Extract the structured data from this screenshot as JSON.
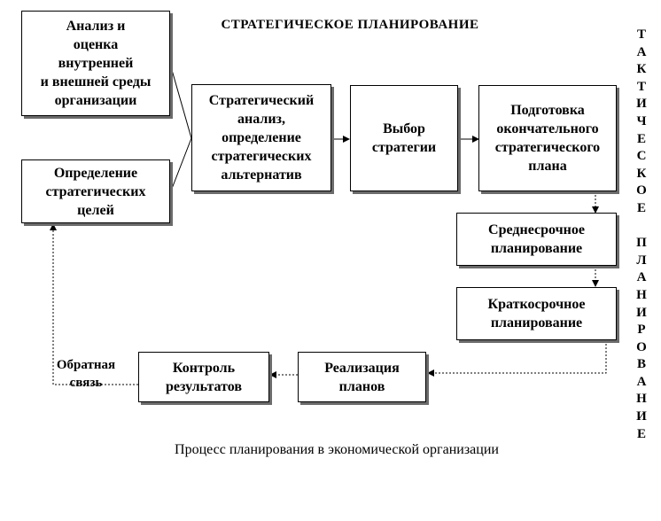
{
  "title": "СТРАТЕГИЧЕСКОЕ  ПЛАНИРОВАНИЕ",
  "side_title": "ТАКТИЧЕСКОЕ ПЛАНИРОВАНИЕ",
  "caption": "Процесс планирования в экономической организации",
  "feedback_label": "Обратная\nсвязь",
  "boxes": {
    "analysis_env": "Анализ и\nоценка\nвнутренней\nи внешней  среды\nорганизации",
    "goals": "Определение\nстратегических\nцелей",
    "strategic_analysis": "Стратегический\nанализ,\nопределение\nстратегических\nальтернатив",
    "choice": "Выбор\nстратегии",
    "final_plan": "Подготовка\nокончательного\nстратегического\nплана",
    "medium_term": "Среднесрочное\nпланирование",
    "short_term": "Краткосрочное\nпланирование",
    "implementation": "Реализация\nпланов",
    "control": "Контроль\nрезультатов"
  },
  "colors": {
    "line": "#000000",
    "shadow": "#6b6b6b"
  }
}
